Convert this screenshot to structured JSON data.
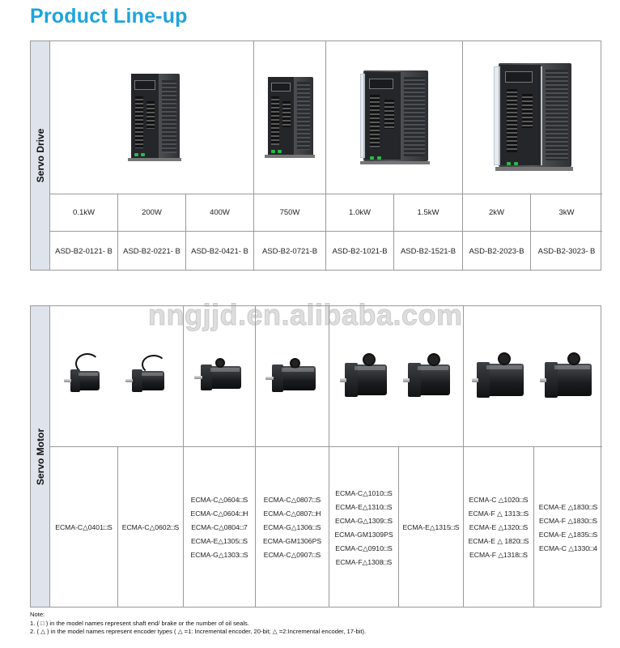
{
  "title": "Product Line-up",
  "drive": {
    "side_label": "Servo Drive",
    "powers": [
      "0.1kW",
      "200W",
      "400W",
      "750W",
      "1.0kW",
      "1.5kW",
      "2kW",
      "3kW"
    ],
    "models": [
      "ASD-B2-0121- B",
      "ASD-B2-0221- B",
      "ASD-B2-0421- B",
      "ASD-B2-0721-B",
      "ASD-B2-1021-B",
      "ASD-B2-1521-B",
      "ASD-B2-2023-B",
      "ASD-B2-3023- B"
    ]
  },
  "motor": {
    "side_label": "Servo Motor",
    "models": [
      [
        "ECMA-C△0401□S"
      ],
      [
        "ECMA-C△0602□S"
      ],
      [
        "ECMA-C△0604□S",
        "ECMA-C△0604□H",
        "ECMA-C△0804□7",
        "ECMA-E△1305□S",
        "ECMA-G△1303□S"
      ],
      [
        "ECMA-C△0807□S",
        "ECMA-C△0807□H",
        "ECMA-G△1306□S",
        "ECMA-GM1306PS",
        "ECMA-C△0907□S"
      ],
      [
        "ECMA-C△1010□S",
        "ECMA-E△1310□S",
        "ECMA-G△1309□S",
        "ECMA-GM1309PS",
        "ECMA-C△0910□S",
        "ECMA-F△1308□S"
      ],
      [
        "ECMA-E△1315□S"
      ],
      [
        "ECMA-C △1020□S",
        "ECMA-F △ 1313□S",
        "ECMA-E △1320□S",
        "ECMA-E △ 1820□S",
        "ECMA-F △1318□S"
      ],
      [
        "ECMA-E △1830□S",
        "ECMA-F △1830□S",
        "ECMA-E △1835□S",
        "ECMA-C △1330□4"
      ]
    ]
  },
  "watermark": "nngjjd.en.alibaba.com",
  "notes": {
    "heading": "Note:",
    "line1": "1. ( □ ) in the model names represent shaft end/ brake or the number of oil seals.",
    "line2": "2. ( △ ) in the model names represent encoder types ( △ =1: Incremental encoder, 20-bit; △ =2:Incremental encoder, 17-bit)."
  }
}
